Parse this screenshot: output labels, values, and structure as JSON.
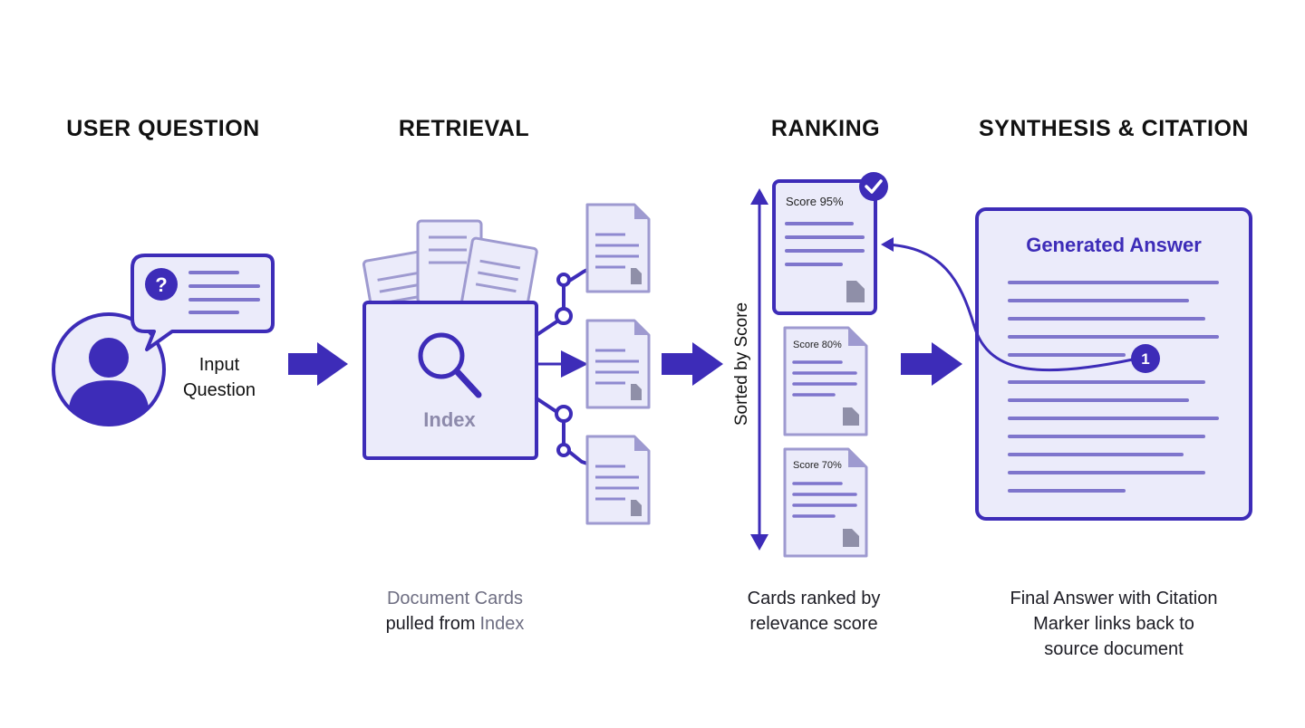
{
  "stages": {
    "user_question": "USER QUESTION",
    "retrieval": "RETRIEVAL",
    "ranking": "RANKING",
    "synthesis": "SYNTHESIS & CITATION"
  },
  "user": {
    "input_line1": "Input",
    "input_line2": "Question",
    "bubble_icon": "question-mark-icon"
  },
  "retrieval": {
    "index_label": "Index",
    "caption_line1": "Document Cards",
    "caption_line2_a": "pulled from",
    "caption_line2_b": "Index"
  },
  "ranking": {
    "axis_label": "Sorted by Score",
    "scores": [
      "Score 95%",
      "Score 80%",
      "Score 70%"
    ],
    "caption_line1": "Cards ranked by",
    "caption_line2": "relevance score"
  },
  "synthesis": {
    "answer_title": "Generated Answer",
    "citation_marker": "1",
    "caption_line1": "Final Answer with Citation",
    "caption_line2": "Marker links back to",
    "caption_line3": "source document"
  },
  "colors": {
    "accent": "#3d2cb8",
    "fill_light": "#ebebfa",
    "doc_stroke": "#9e9ad0",
    "lines": "#7e75cc"
  }
}
